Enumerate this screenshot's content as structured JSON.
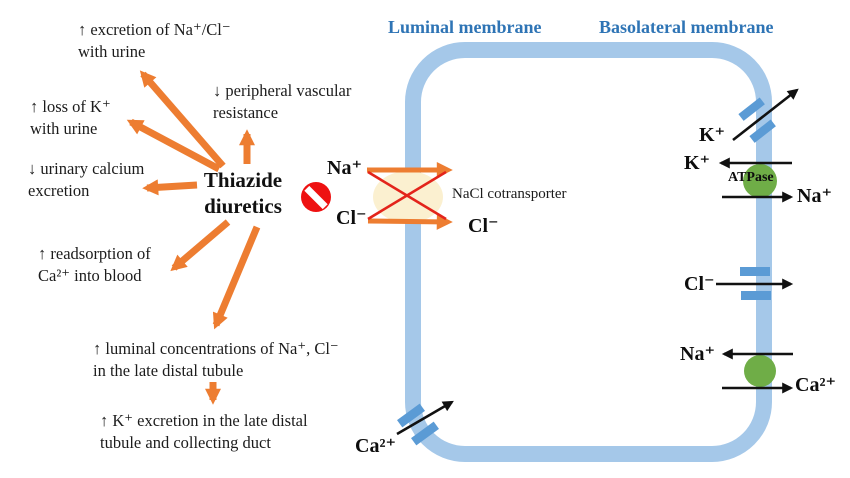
{
  "colors": {
    "arrow_orange": "#ED7D31",
    "membrane_blue": "#A5C8E9",
    "channel_blue": "#5B9BD5",
    "pump_green": "#6FAD47",
    "inhibit_red": "#EE1111",
    "cross_red": "#E3241B",
    "transporter_cream": "#FBF0D0",
    "heading_blue": "#2E74B5",
    "text_color": "#1C1C1C"
  },
  "headings": {
    "luminal": "Luminal membrane",
    "basolateral": "Basolateral membrane"
  },
  "drug_name": "Thiazide\ndiuretics",
  "effects": {
    "excretion_nacl": "↑ excretion of Na⁺/Cl⁻\nwith urine",
    "peripheral_resistance": "↓ peripheral vascular\nresistance",
    "loss_k": "↑ loss of K⁺\nwith urine",
    "urinary_calcium": "↓ urinary calcium\nexcretion",
    "readsorption_ca": "↑ readsorption of\nCa²⁺ into blood",
    "luminal_concentrations": "↑ luminal concentrations of Na⁺, Cl⁻\nin the late distal tubule",
    "k_excretion": "↑ K⁺ excretion in the late distal\ntubule and collecting duct"
  },
  "cotransporter": {
    "na_in": "Na⁺",
    "cl_in": "Cl⁻",
    "cl_out": "Cl⁻",
    "label": "NaCl cotransporter"
  },
  "basolateral_ions": {
    "k_channel": "K⁺",
    "k_pump": "K⁺",
    "atpase": "ATPase",
    "na_pump": "Na⁺",
    "cl_channel": "Cl⁻",
    "na_exchanger": "Na⁺",
    "ca_exchanger": "Ca²⁺"
  },
  "luminal_ions": {
    "ca_channel": "Ca²⁺"
  },
  "icons": {
    "prohibition": "no-entry-sign",
    "inhibition_cross": "red-x"
  }
}
